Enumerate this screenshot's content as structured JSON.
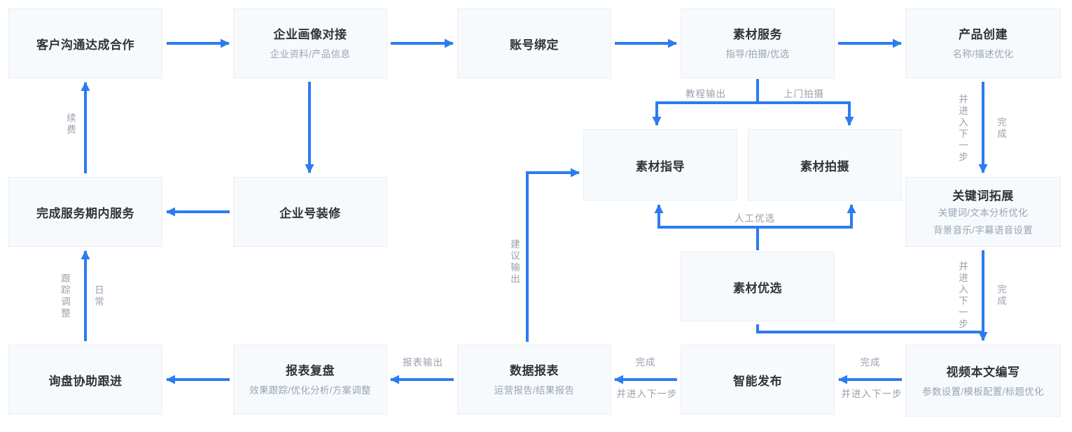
{
  "colors": {
    "arrow": "#2b7bf0",
    "node_bg": "#f7fafd",
    "node_border": "#e9eef4",
    "title": "#333333",
    "subtitle": "#9aa5b2",
    "label": "#9aa0ab"
  },
  "nodes": {
    "customer": {
      "title": "客户沟通达成合作"
    },
    "profile": {
      "title": "企业画像对接",
      "subtitle": "企业资料/产品信息"
    },
    "account": {
      "title": "账号绑定"
    },
    "material_service": {
      "title": "素材服务",
      "subtitle": "指导/拍摄/优选"
    },
    "product": {
      "title": "产品创建",
      "subtitle": "名称/描述优化"
    },
    "guide": {
      "title": "素材指导"
    },
    "shoot": {
      "title": "素材拍摄"
    },
    "service_done": {
      "title": "完成服务期内服务"
    },
    "deco": {
      "title": "企业号装修"
    },
    "keyword": {
      "title": "关键词拓展",
      "subtitle": "关键词/文本分析优化",
      "subtitle2": "背景音乐/字幕语音设置"
    },
    "optimize": {
      "title": "素材优选"
    },
    "inquiry": {
      "title": "询盘协助跟进"
    },
    "report_review": {
      "title": "报表复盘",
      "subtitle": "效果跟踪/优化分析/方案调整"
    },
    "data_report": {
      "title": "数据报表",
      "subtitle": "运营报告/结果报告"
    },
    "publish": {
      "title": "智能发布"
    },
    "video_edit": {
      "title": "视频本文编写",
      "subtitle": "参数设置/模板配置/标题优化"
    }
  },
  "edge_labels": {
    "renewal": "续费",
    "tutorial_output": "教程输出",
    "onsite_shooting": "上门拍摄",
    "next_step_product": "并进入下一步",
    "done_product": "完成",
    "manual_selection": "人工优选",
    "next_step_keyword": "并进入下一步",
    "done_keyword": "完成",
    "suggestion_output": "建议输出",
    "tracking_adjust": "跟踪调整",
    "daily": "日常",
    "report_output": "报表输出",
    "done_video": "完成",
    "next_step_video": "并进入下一步",
    "done_publish": "完成",
    "next_step_publish": "并进入下一步"
  }
}
